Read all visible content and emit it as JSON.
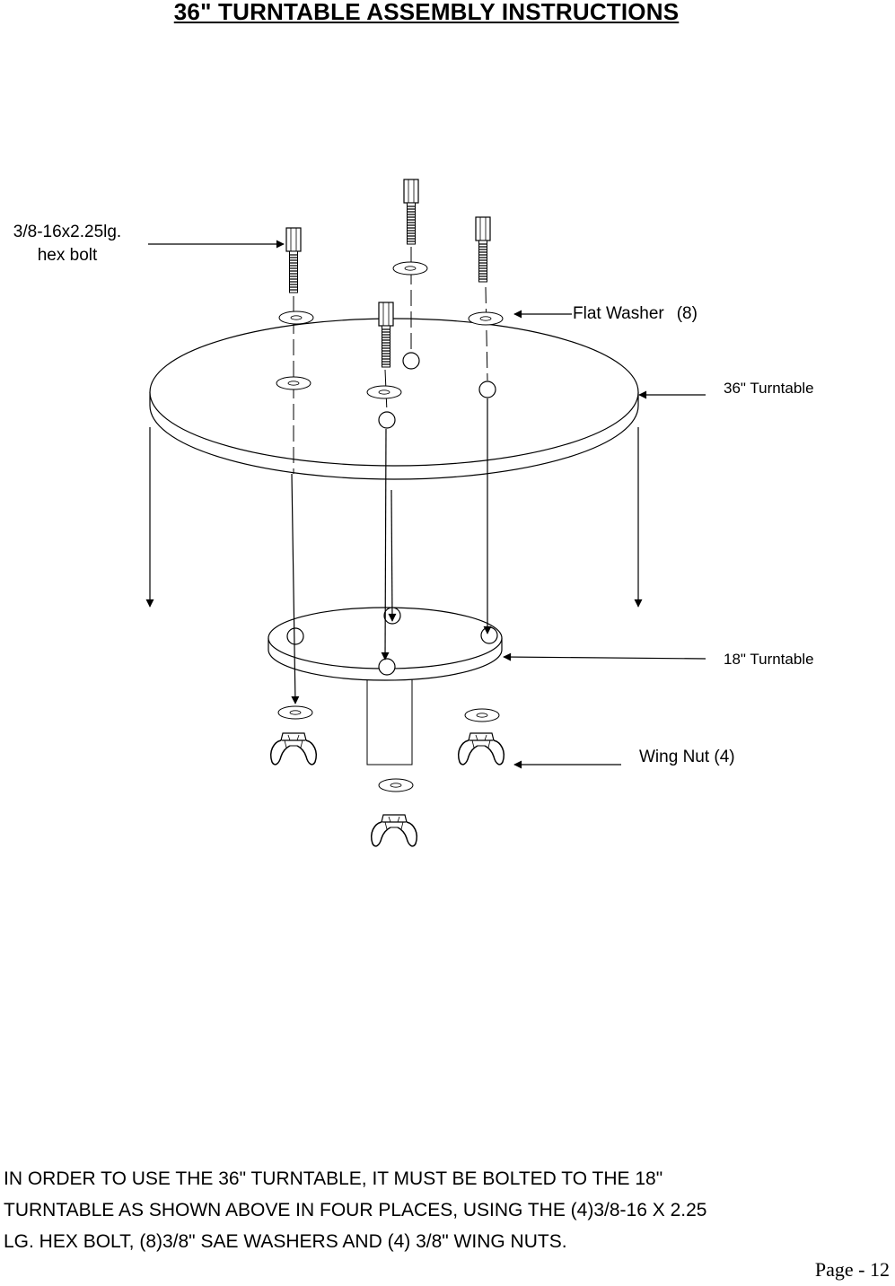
{
  "title": "36\" TURNTABLE ASSEMBLY INSTRUCTIONS",
  "labels": {
    "hex_bolt_line1": "3/8-16x2.25lg.",
    "hex_bolt_line2": "hex bolt",
    "flat_washer": "Flat Washer",
    "flat_washer_qty": "(8)",
    "turntable_36": "36\" Turntable",
    "turntable_18": "18\" Turntable",
    "wing_nut": "Wing Nut (4)"
  },
  "instructions": "IN ORDER TO USE THE 36\" TURNTABLE, IT MUST BE BOLTED TO THE 18\"\nTURNTABLE AS SHOWN ABOVE IN FOUR PLACES, USING THE (4)3/8-16 X 2.25\nLG. HEX BOLT, (8)3/8\" SAE WASHERS AND (4) 3/8\" WING NUTS.",
  "page_number": "Page - 12"
}
